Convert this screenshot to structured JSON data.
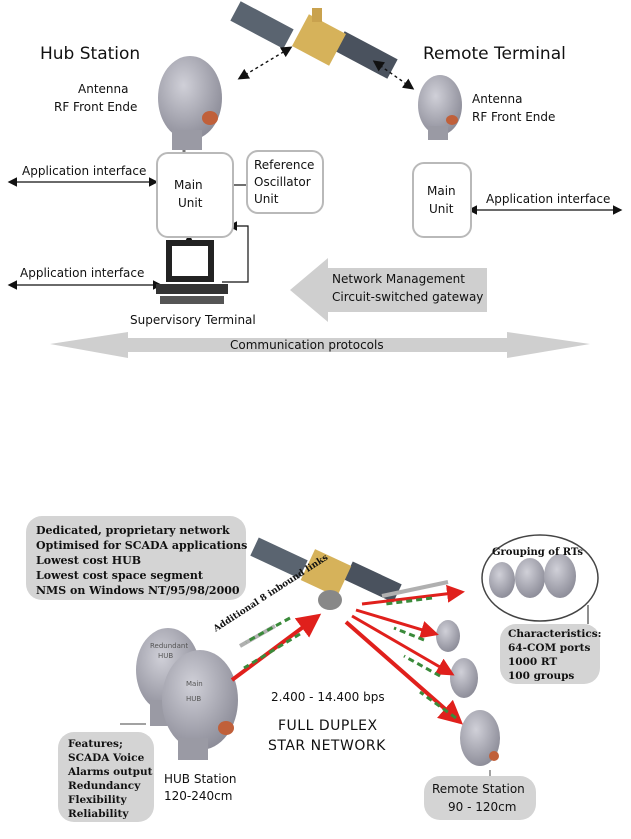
{
  "top": {
    "hub_station_title": "Hub Station",
    "remote_terminal_title": "Remote Terminal",
    "hub_antenna_label_1": "Antenna",
    "hub_antenna_label_2": "RF Front Ende",
    "remote_antenna_label_1": "Antenna",
    "remote_antenna_label_2": "RF Front Ende",
    "hub_main_unit_1": "Main",
    "hub_main_unit_2": "Unit",
    "remote_main_unit_1": "Main",
    "remote_main_unit_2": "Unit",
    "reference_osc_1": "Reference",
    "reference_osc_2": "Oscillator",
    "reference_osc_3": "Unit",
    "app_interface_left_1": "Application interface",
    "app_interface_left_2": "Application interface",
    "app_interface_right": "Application interface",
    "supervisory_terminal": "Supervisory Terminal",
    "network_mgmt_1": "Network Management",
    "network_mgmt_2": "Circuit-switched gateway",
    "communication_protocols": "Communication protocols"
  },
  "bottom": {
    "features_top": [
      "Dedicated, proprietary network",
      "Optimised for SCADA applications",
      "Lowest cost HUB",
      "Lowest cost space segment",
      "NMS on Windows NT/95/98/2000"
    ],
    "grouping_title": "Grouping of RTs",
    "characteristics": [
      "Characteristics:",
      "64-COM ports",
      "1000 RT",
      "100 groups"
    ],
    "inbound_links": "Additional 8 inbound links",
    "redundant_hub": [
      "Redundant",
      "HUB"
    ],
    "main_hub": [
      "Main",
      "HUB"
    ],
    "bps": "2.400 - 14.400 bps",
    "full_duplex_1": "FULL DUPLEX",
    "full_duplex_2": "STAR NETWORK",
    "features_list": [
      "Features;",
      "SCADA Voice",
      "Alarms output",
      "Redundancy",
      "Flexibility",
      "Reliability"
    ],
    "hub_station_1": "HUB Station",
    "hub_station_2": "120-240cm",
    "remote_station_1": "Remote Station",
    "remote_station_2": "90 - 120cm"
  },
  "colors": {
    "red_link": "#e0201c",
    "green_link": "#3a8a3a",
    "grey_link": "#b0b0b0",
    "dish": "#a9a9b2",
    "bubble": "#d4d4d4"
  }
}
